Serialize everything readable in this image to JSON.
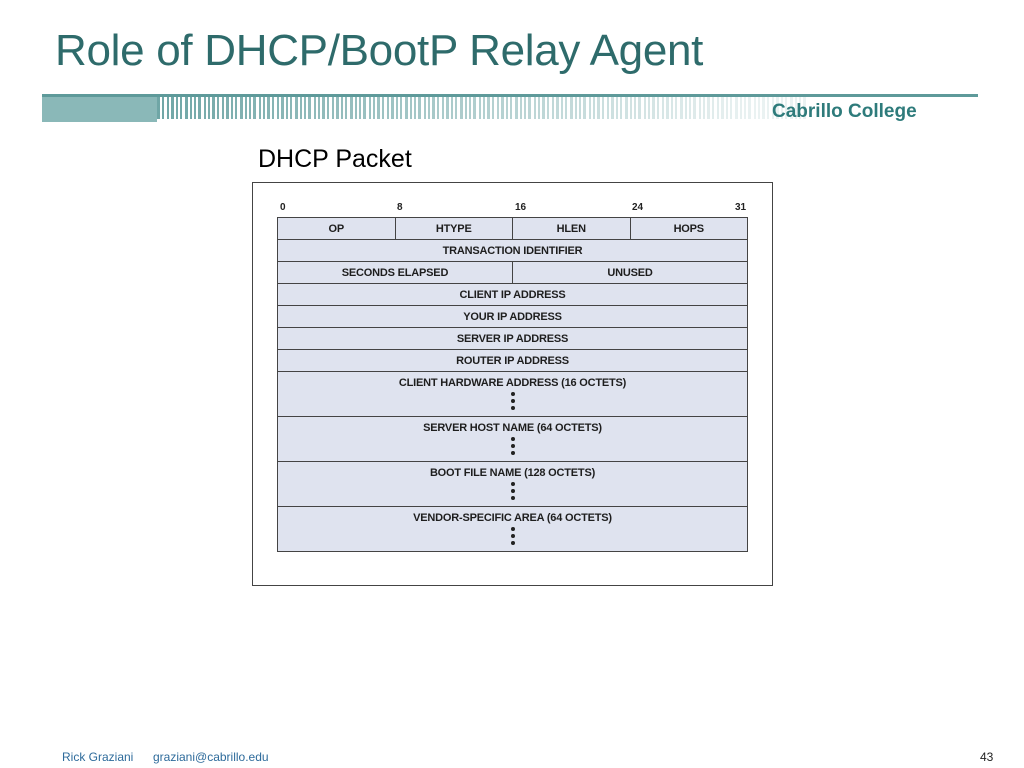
{
  "slide": {
    "title": "Role of DHCP/BootP Relay Agent",
    "college": "Cabrillo College",
    "caption": "DHCP Packet"
  },
  "packet": {
    "bit_labels": [
      "0",
      "8",
      "16",
      "24",
      "31"
    ],
    "row1": [
      "OP",
      "HTYPE",
      "HLEN",
      "HOPS"
    ],
    "row2": "TRANSACTION IDENTIFIER",
    "row3": [
      "SECONDS ELAPSED",
      "UNUSED"
    ],
    "row4": "CLIENT IP ADDRESS",
    "row5": "YOUR IP ADDRESS",
    "row6": "SERVER IP ADDRESS",
    "row7": "ROUTER IP ADDRESS",
    "row8": "CLIENT HARDWARE ADDRESS (16 OCTETS)",
    "row9": "SERVER HOST NAME (64 OCTETS)",
    "row10": "BOOT FILE NAME (128 OCTETS)",
    "row11": "VENDOR-SPECIFIC AREA (64 OCTETS)"
  },
  "footer": {
    "author": "Rick Graziani",
    "email": "graziani@cabrillo.edu",
    "page": "43"
  }
}
